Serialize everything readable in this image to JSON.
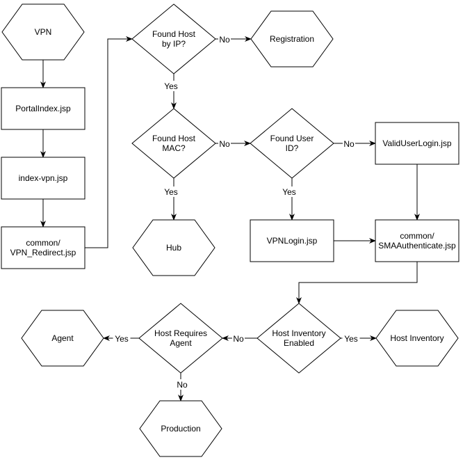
{
  "nodes": {
    "vpn": {
      "label": [
        "VPN"
      ],
      "shape": "hexagon"
    },
    "portal_index": {
      "label": [
        "PortalIndex.jsp"
      ],
      "shape": "rect"
    },
    "index_vpn": {
      "label": [
        "index-vpn.jsp"
      ],
      "shape": "rect"
    },
    "vpn_redirect": {
      "label": [
        "common/",
        "VPN_Redirect.jsp"
      ],
      "shape": "rect"
    },
    "found_host_ip": {
      "label": [
        "Found Host",
        "by IP?"
      ],
      "shape": "diamond"
    },
    "registration": {
      "label": [
        "Registration"
      ],
      "shape": "hexagon"
    },
    "found_host_mac": {
      "label": [
        "Found Host",
        "MAC?"
      ],
      "shape": "diamond"
    },
    "hub": {
      "label": [
        "Hub"
      ],
      "shape": "hexagon"
    },
    "found_user_id": {
      "label": [
        "Found User",
        "ID?"
      ],
      "shape": "diamond"
    },
    "valid_user_login": {
      "label": [
        "ValidUserLogin.jsp"
      ],
      "shape": "rect"
    },
    "vpn_login": {
      "label": [
        "VPNLogin.jsp"
      ],
      "shape": "rect"
    },
    "sma_authenticate": {
      "label": [
        "common/",
        "SMAAuthenticate.jsp"
      ],
      "shape": "rect"
    },
    "host_inventory_enabled": {
      "label": [
        "Host Inventory",
        "Enabled"
      ],
      "shape": "diamond"
    },
    "host_inventory": {
      "label": [
        "Host Inventory"
      ],
      "shape": "hexagon"
    },
    "host_requires_agent": {
      "label": [
        "Host Requires",
        "Agent"
      ],
      "shape": "diamond"
    },
    "agent": {
      "label": [
        "Agent"
      ],
      "shape": "hexagon"
    },
    "production": {
      "label": [
        "Production"
      ],
      "shape": "hexagon"
    }
  },
  "edges": [
    {
      "from": "vpn",
      "to": "portal_index",
      "label": ""
    },
    {
      "from": "portal_index",
      "to": "index_vpn",
      "label": ""
    },
    {
      "from": "index_vpn",
      "to": "vpn_redirect",
      "label": ""
    },
    {
      "from": "vpn_redirect",
      "to": "found_host_ip",
      "label": ""
    },
    {
      "from": "found_host_ip",
      "to": "registration",
      "label": "No"
    },
    {
      "from": "found_host_ip",
      "to": "found_host_mac",
      "label": "Yes"
    },
    {
      "from": "found_host_mac",
      "to": "found_user_id",
      "label": "No"
    },
    {
      "from": "found_host_mac",
      "to": "hub",
      "label": "Yes"
    },
    {
      "from": "found_user_id",
      "to": "valid_user_login",
      "label": "No"
    },
    {
      "from": "found_user_id",
      "to": "vpn_login",
      "label": "Yes"
    },
    {
      "from": "valid_user_login",
      "to": "sma_authenticate",
      "label": ""
    },
    {
      "from": "vpn_login",
      "to": "sma_authenticate",
      "label": ""
    },
    {
      "from": "sma_authenticate",
      "to": "host_inventory_enabled",
      "label": ""
    },
    {
      "from": "host_inventory_enabled",
      "to": "host_inventory",
      "label": "Yes"
    },
    {
      "from": "host_inventory_enabled",
      "to": "host_requires_agent",
      "label": "No"
    },
    {
      "from": "host_requires_agent",
      "to": "agent",
      "label": "Yes"
    },
    {
      "from": "host_requires_agent",
      "to": "production",
      "label": "No"
    }
  ],
  "colors": {
    "stroke": "#000000",
    "fill": "#ffffff",
    "text": "#000000"
  }
}
